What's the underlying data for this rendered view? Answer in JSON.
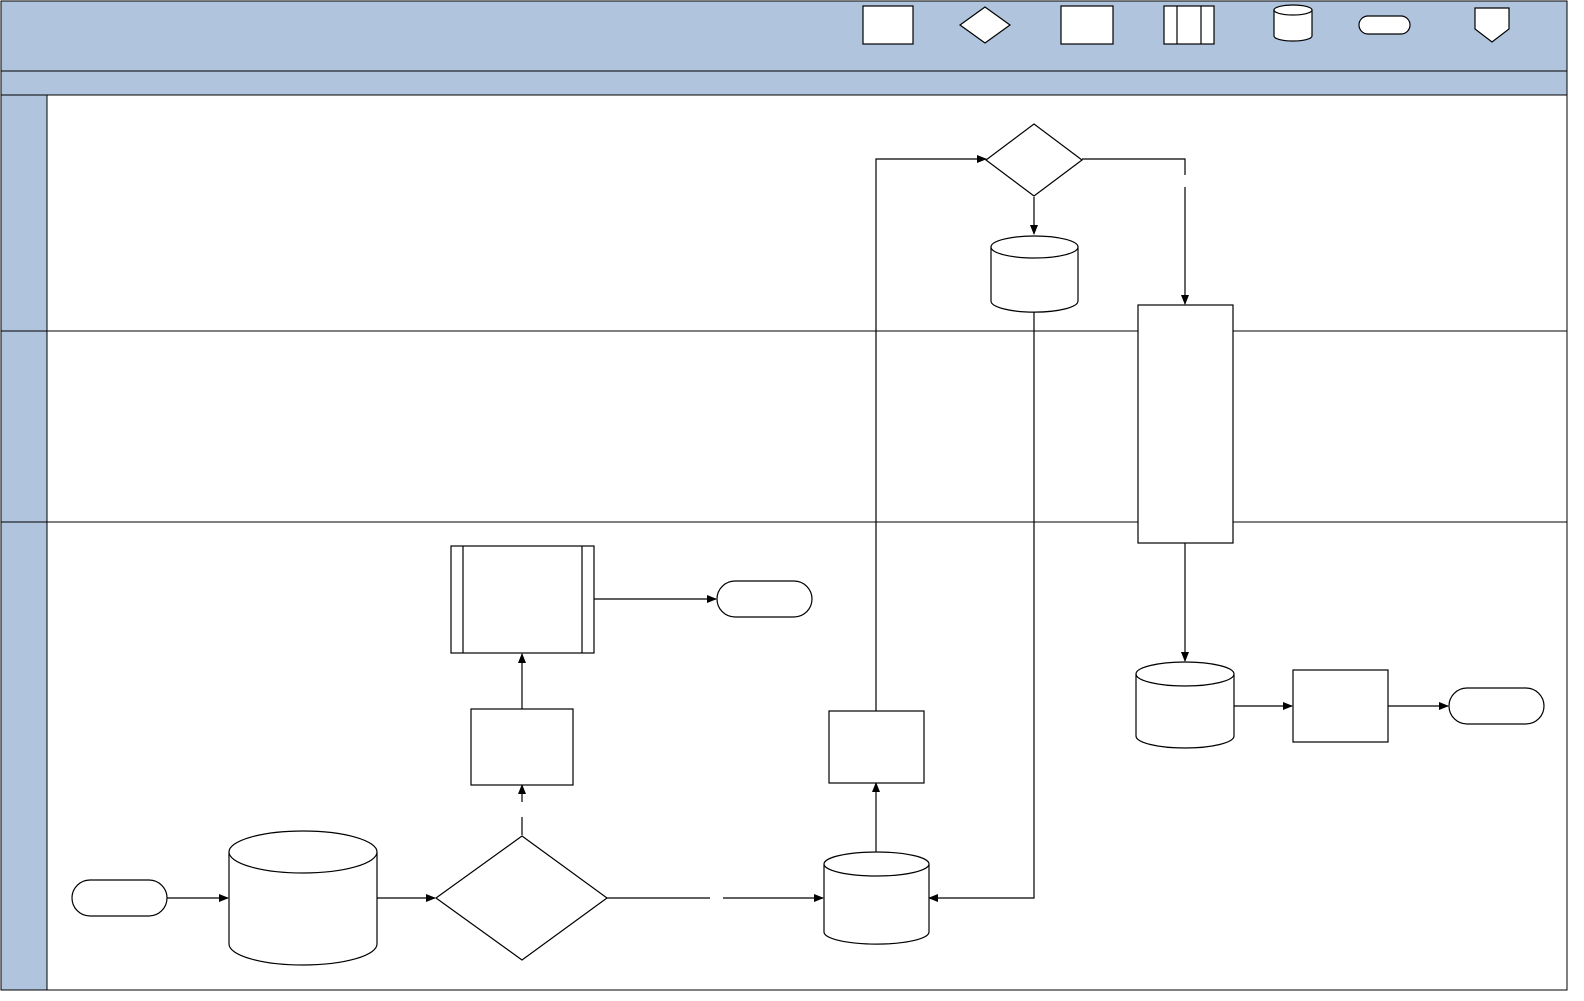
{
  "colors": {
    "band": "#b0c4de",
    "shape_fill": "#ffffff",
    "stroke": "#000000"
  },
  "header": {
    "title": "",
    "subtitle": "",
    "legend": [
      {
        "shape": "process",
        "label": ""
      },
      {
        "shape": "decision",
        "label": ""
      },
      {
        "shape": "process",
        "label": ""
      },
      {
        "shape": "predefined-process",
        "label": ""
      },
      {
        "shape": "database",
        "label": ""
      },
      {
        "shape": "terminator",
        "label": ""
      },
      {
        "shape": "off-page-connector",
        "label": ""
      }
    ]
  },
  "lanes": [
    {
      "name": ""
    },
    {
      "name": ""
    },
    {
      "name": ""
    }
  ],
  "nodes": [
    {
      "id": "decision-top",
      "shape": "decision",
      "label": ""
    },
    {
      "id": "db-top",
      "shape": "database",
      "label": ""
    },
    {
      "id": "process-tall",
      "shape": "process",
      "label": ""
    },
    {
      "id": "predefined-process",
      "shape": "predefined-process",
      "label": ""
    },
    {
      "id": "terminator-mid",
      "shape": "terminator",
      "label": ""
    },
    {
      "id": "process-left",
      "shape": "process",
      "label": ""
    },
    {
      "id": "process-center",
      "shape": "process",
      "label": ""
    },
    {
      "id": "db-right",
      "shape": "database",
      "label": ""
    },
    {
      "id": "process-right",
      "shape": "process",
      "label": ""
    },
    {
      "id": "terminator-end",
      "shape": "terminator",
      "label": ""
    },
    {
      "id": "terminator-start",
      "shape": "terminator",
      "label": ""
    },
    {
      "id": "db-large",
      "shape": "database",
      "label": ""
    },
    {
      "id": "decision-bottom",
      "shape": "decision",
      "label": ""
    },
    {
      "id": "db-bottom",
      "shape": "database",
      "label": ""
    }
  ],
  "edges": [
    {
      "from": "terminator-start",
      "to": "db-large"
    },
    {
      "from": "db-large",
      "to": "decision-bottom"
    },
    {
      "from": "decision-bottom",
      "to": "db-bottom"
    },
    {
      "from": "decision-bottom",
      "to": "process-left"
    },
    {
      "from": "process-left",
      "to": "predefined-process"
    },
    {
      "from": "predefined-process",
      "to": "terminator-mid"
    },
    {
      "from": "db-bottom",
      "to": "process-center"
    },
    {
      "from": "process-center",
      "to": "decision-top"
    },
    {
      "from": "decision-top",
      "to": "db-top"
    },
    {
      "from": "decision-top",
      "to": "process-tall"
    },
    {
      "from": "db-top",
      "to": "db-bottom"
    },
    {
      "from": "process-tall",
      "to": "db-right"
    },
    {
      "from": "db-right",
      "to": "process-right"
    },
    {
      "from": "process-right",
      "to": "terminator-end"
    }
  ]
}
